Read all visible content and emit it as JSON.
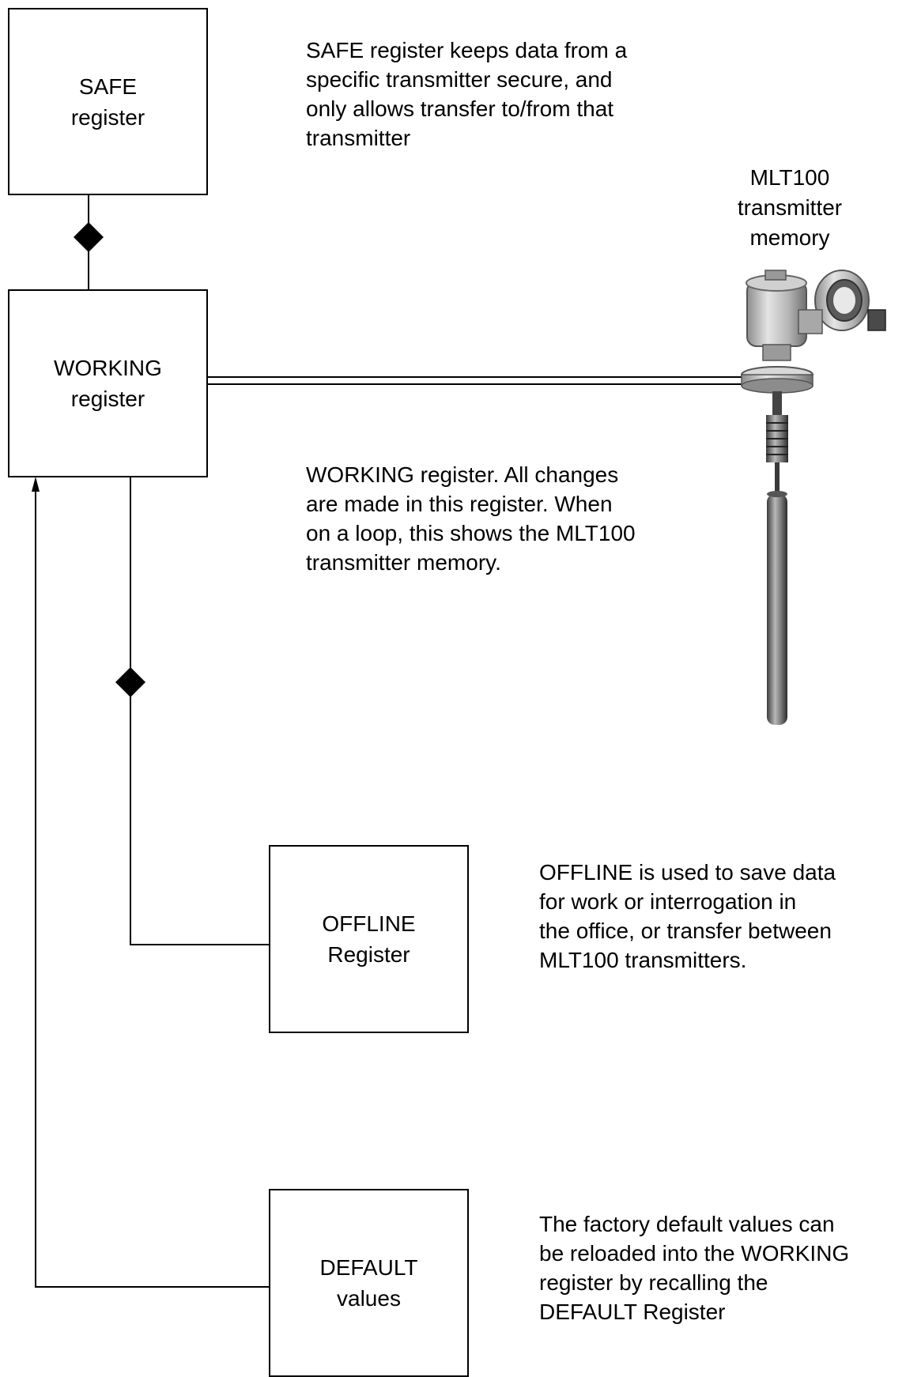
{
  "boxes": {
    "safe": "SAFE\nregister",
    "working": "WORKING\nregister",
    "offline": "OFFLINE\nRegister",
    "default": "DEFAULT\nvalues"
  },
  "notes": {
    "safe": [
      "SAFE register keeps data from a",
      "specific transmitter secure, and",
      "only allows transfer to/from that",
      "transmitter"
    ],
    "working": [
      "WORKING register.  All changes",
      "are made in this register.  When",
      "on a loop, this shows the MLT100",
      "transmitter memory."
    ],
    "offline": [
      "OFFLINE is used to save data",
      "for work or interrogation in",
      "the office, or transfer between",
      "MLT100 transmitters."
    ],
    "default": [
      "The factory default values can",
      "be reloaded into the WORKING",
      "register by recalling the",
      "DEFAULT Register"
    ]
  },
  "device": {
    "caption": [
      "MLT100",
      "transmitter",
      "memory"
    ],
    "icon": "mlt100-transmitter-icon"
  },
  "colors": {
    "line": "#000000",
    "device_metal": "#c8c8c8",
    "device_dark": "#3a3a3a"
  }
}
